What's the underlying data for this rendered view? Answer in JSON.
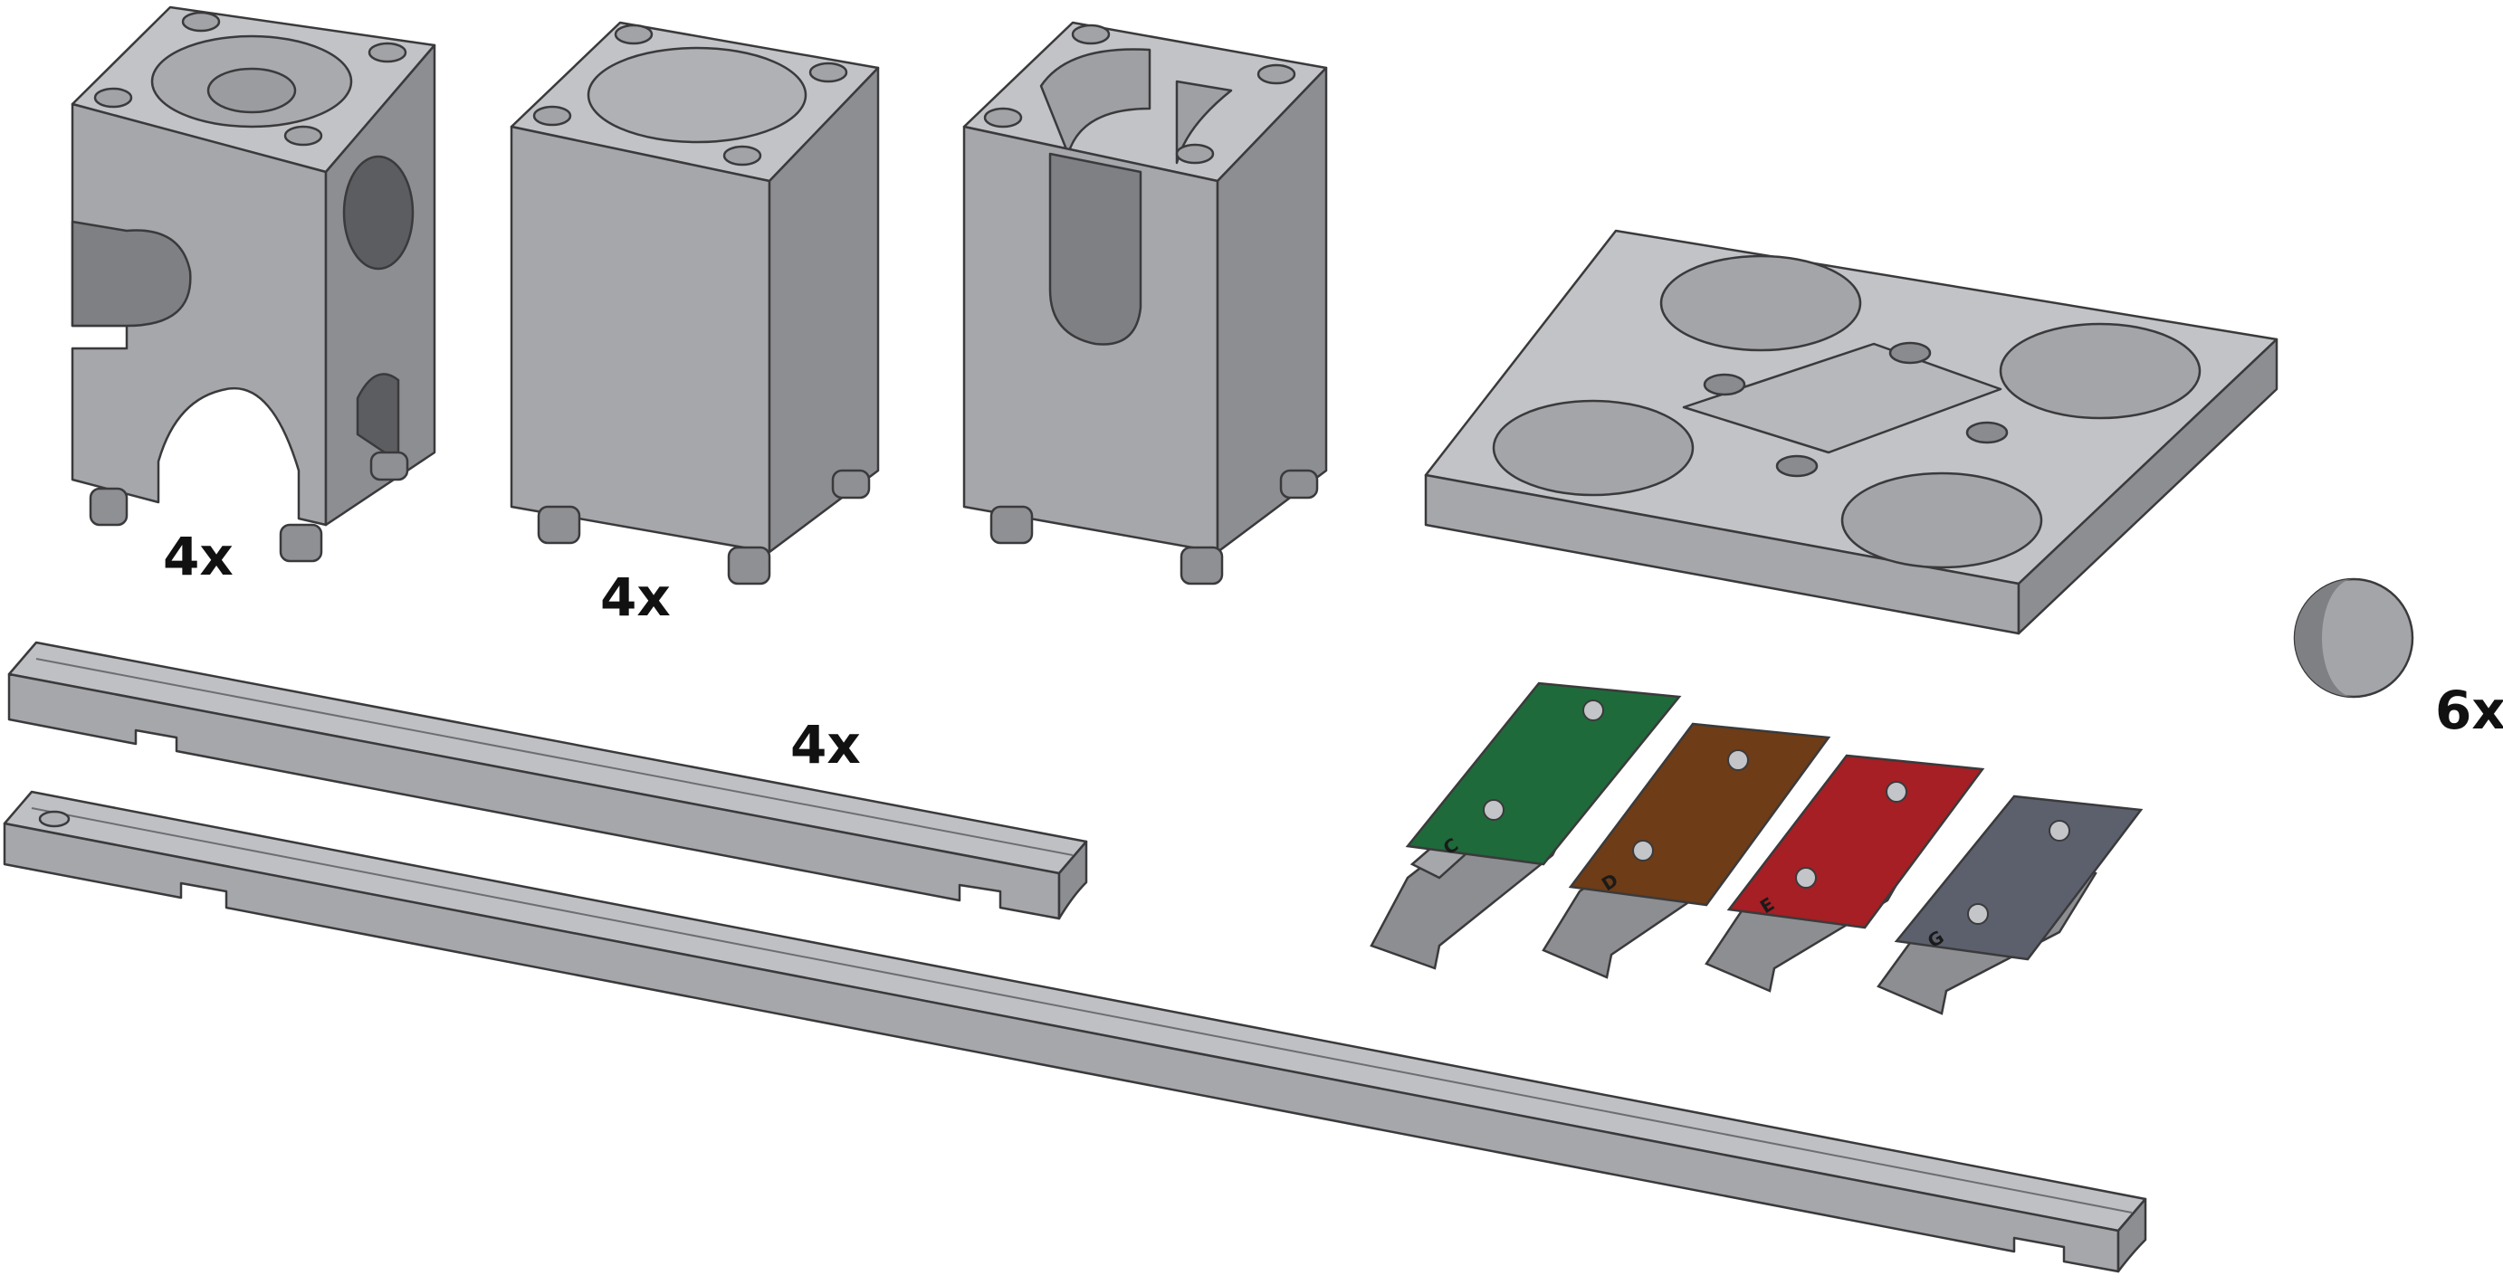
{
  "quantities": {
    "cube_with_holes": "4x",
    "solid_block": "4x",
    "rails": "4x",
    "balls": "6x"
  },
  "xylophone": {
    "keys": [
      {
        "letter": "C",
        "color": "#1f6a3a"
      },
      {
        "letter": "D",
        "color": "#6e3c16"
      },
      {
        "letter": "E",
        "color": "#a51f24"
      },
      {
        "letter": "G",
        "color": "#5c606c"
      }
    ]
  },
  "colors": {
    "part_face": "#a4a5a8",
    "part_top": "#bfc0c3",
    "part_side": "#8c8d90",
    "outline": "#3a3a3c"
  }
}
